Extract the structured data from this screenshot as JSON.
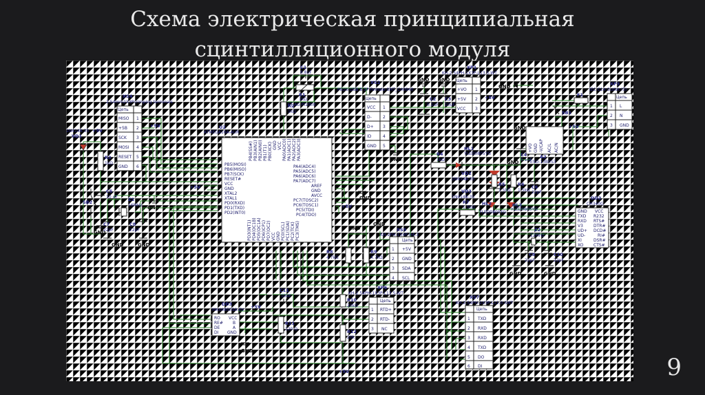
{
  "title_line1": "Схема электрическая принципиальная",
  "title_line2": "сцинтилляционного модуля",
  "page_number": "9",
  "components": {
    "xs4": {
      "ref": "XS4",
      "desc": "2,54mm2X3Pcrimping terminals",
      "head": "Цепь",
      "pins": [
        "MISO",
        "+5В",
        "SCK",
        "MOSI",
        "RESET",
        "GND"
      ]
    },
    "vd1": {
      "ref": "VD1",
      "part": "1N4148-35"
    },
    "r3": {
      "ref": "R3",
      "value": "1kΩ"
    },
    "c5": {
      "ref": "C5",
      "value": "10 uF"
    },
    "sb2": {
      "ref": "SB2"
    },
    "z1": {
      "ref": "Z1",
      "value": "16MHz"
    },
    "c7": {
      "ref": "C7",
      "value": "22pF"
    },
    "c8": {
      "ref": "C8",
      "value": "22pF"
    },
    "c1": {
      "ref": "C1",
      "value": "6.8uF"
    },
    "r1": {
      "ref": "R1",
      "value": "1kΩ",
      "part": "1ST AG PI1000"
    },
    "r2": {
      "ref": "R2",
      "value": "1kΩ"
    },
    "u2": {
      "ref": "U2",
      "part": "ATMEGA16A-AUR",
      "left": [
        "PB5(MOSI)",
        "PB6(MISO)",
        "PB7(SCK)",
        "RESET#",
        "VCC",
        "GND",
        "XTAL2",
        "XTAL1",
        "PD0(RXD)",
        "PD1(TXD)",
        "PD2(INT0)"
      ],
      "right": [
        "PA4(ADC4)",
        "PA5(ADC5)",
        "PA6(ADC6)",
        "PA7(ADC7)",
        "AREF",
        "GND",
        "AVCC",
        "PC7(TOSC2)",
        "PC6(TOSC1)",
        "PC5(TDI)",
        "PC4(TDO)"
      ],
      "top": [
        "PB4(SS#)",
        "PB3(AIN1)",
        "PB2(AIN0)",
        "PB1(T1)",
        "PB0(XCK)",
        "GND",
        "VCC",
        "PA0(ADC0)",
        "PA1(ADC1)",
        "PA2(ADC2)",
        "PA3(ADC3)"
      ],
      "bottom": [
        "PD3(INT1)",
        "PD4(OC1B)",
        "PD5(OC1A)",
        "PD6(ICP1)",
        "PD7(OC2)",
        "VCC",
        "GND",
        "PC0(SCL)",
        "PC1(SDA)",
        "PC2(TCK)",
        "PC3(TMS)"
      ]
    },
    "xs2": {
      "ref": "XS2",
      "part": "Micro USB B 5P Female-SMT_C40940",
      "head": "Цепь",
      "pins": [
        "VCC",
        "D-",
        "D+",
        "ID",
        "GND"
      ]
    },
    "c2": {
      "ref": "C2",
      "value": "0.1uF"
    },
    "c3": {
      "ref": "C3",
      "value": "10uF"
    },
    "xp1": {
      "ref": "XP1",
      "part": "KH-2.54PH-1X3P-L13.5-WT",
      "head": "Цепь",
      "pins": [
        "+VO",
        "+5V",
        "VCC"
      ]
    },
    "f1": {
      "ref": "F1"
    },
    "xp3": {
      "ref": "XP3",
      "part": "IEC C14 Outlet (5)",
      "head": "Цепь",
      "pins": [
        "L",
        "N",
        "GND"
      ]
    },
    "sb1": {
      "ref": "SB1"
    },
    "a2": {
      "ref": "A2",
      "part": "ESD-13B0S3",
      "pins": [
        "+VO",
        "GND",
        "-V/CAP",
        "AC/L",
        "AC/N"
      ]
    },
    "c4": {
      "ref": "C4",
      "value": "0.1uF"
    },
    "r4": {
      "ref": "R4",
      "value": "1kΩ"
    },
    "hl1": {
      "ref": "HL1",
      "part": "YLED0805YG"
    },
    "vd2": {
      "ref": "VD2",
      "part": "1N4148-35"
    },
    "vd3": {
      "ref": "VD3",
      "part": "1N4148-35"
    },
    "r5": {
      "ref": "R5",
      "value": "1.5kΩ"
    },
    "r6": {
      "ref": "R6",
      "value": "1.5kΩ"
    },
    "c6": {
      "ref": "C6",
      "value": "22pF"
    },
    "r7": {
      "ref": "R7",
      "value": "1.5kΩ"
    },
    "hl2": {
      "ref": "HL2",
      "part": "YLED0805YG"
    },
    "hl3": {
      "ref": "HL3",
      "part": "YLED0805YG"
    },
    "dd2": {
      "ref": "DD2",
      "part": "CH340G",
      "left": [
        "GND",
        "TXD",
        "RXD",
        "V3",
        "UD+",
        "UD-",
        "XI",
        "XO"
      ],
      "right": [
        "VCC",
        "R232",
        "RTS#",
        "DTR#",
        "DCD#",
        "RI#",
        "DSR#",
        "CTS#"
      ]
    },
    "z2": {
      "ref": "Z2",
      "value": "12MHz"
    },
    "c9": {
      "ref": "C9",
      "value": "22pF"
    },
    "c10": {
      "ref": "C10",
      "value": "22pF"
    },
    "xs5": {
      "ref": "XS5",
      "part": "KH-2FH-1X4P-H4.3",
      "head": "Цепь",
      "pins": [
        "+5V",
        "GND",
        "SDA",
        "SCL"
      ]
    },
    "r8": {
      "ref": "R8",
      "value": "4.7kΩ"
    },
    "r9": {
      "ref": "R9",
      "value": "4.7kΩ"
    },
    "dd3": {
      "ref": "DD3",
      "part": "MAX485ESA-EV",
      "left": [
        "RO",
        "RE#",
        "DE",
        "DI"
      ],
      "right": [
        "VCC",
        "B",
        "A",
        "GND"
      ]
    },
    "c11": {
      "ref": "C11",
      "value": "104F"
    },
    "r10": {
      "ref": "R10",
      "value": "20kΩ"
    },
    "r11": {
      "ref": "R11",
      "value": "120 Ω"
    },
    "r12": {
      "ref": "R12",
      "value": "20k"
    },
    "xp6": {
      "ref": "XP6",
      "part": "KH-2.54PH-1X3P-L13.5-WT",
      "head": "Цепь",
      "pins": [
        "RTD+",
        "RTD-",
        "NC"
      ]
    },
    "xs7": {
      "ref": "XS7",
      "part": "KH-2.54PH-2X3P-L11.0-SMT",
      "head": "Цепь",
      "pins": [
        "TXD",
        "RXD",
        "RXD",
        "TXD",
        "DO",
        "DI"
      ]
    }
  },
  "labels": {
    "gnd": "GND",
    "p5v": "+5V"
  }
}
